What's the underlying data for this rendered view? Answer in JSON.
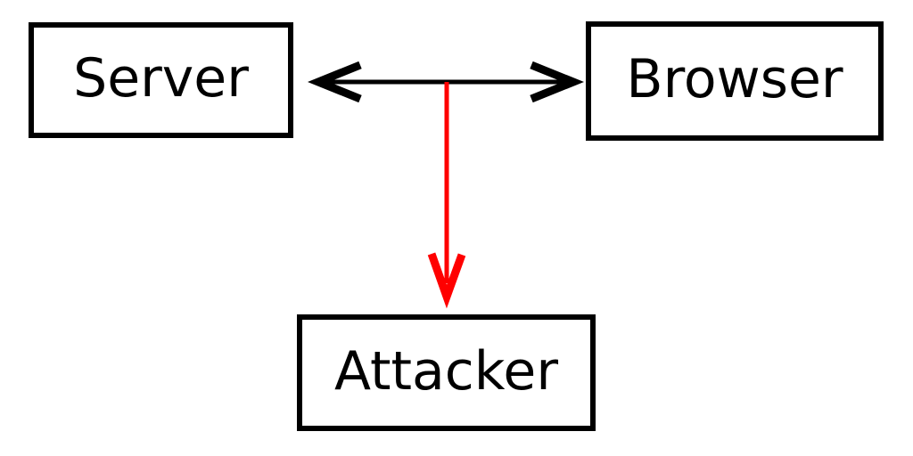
{
  "diagram": {
    "description": "Man-in-the-middle attack diagram: attacker eavesdrops on the Server-Browser channel",
    "nodes": [
      {
        "id": "server",
        "label": "Server"
      },
      {
        "id": "browser",
        "label": "Browser"
      },
      {
        "id": "attacker",
        "label": "Attacker"
      }
    ],
    "edges": [
      {
        "id": "server-browser-channel",
        "from": "Server",
        "to": "Browser",
        "direction": "bidirectional",
        "color": "#000000"
      },
      {
        "id": "channel-to-attacker",
        "from": "Server-Browser channel midpoint",
        "to": "Attacker",
        "direction": "one-way-down",
        "color": "#ff0000"
      }
    ]
  },
  "colors": {
    "background": "#ffffff",
    "node_border": "#000000",
    "node_text": "#000000",
    "channel_arrow": "#000000",
    "attack_arrow": "#ff0000"
  }
}
